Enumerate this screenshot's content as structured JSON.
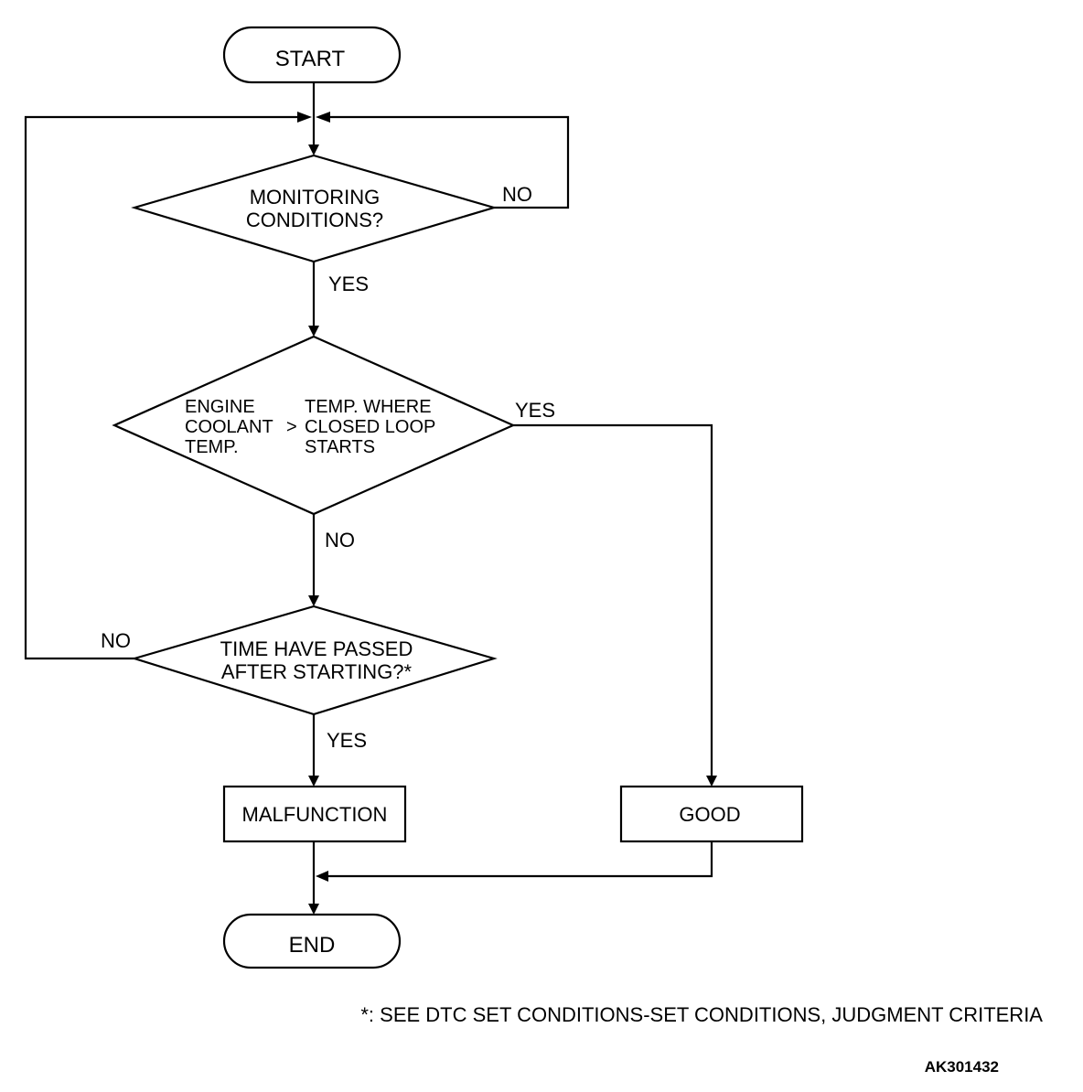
{
  "start": "START",
  "decision_monitoring": {
    "line1": "MONITORING",
    "line2": "CONDITIONS?",
    "no_label": "NO",
    "yes_label": "YES"
  },
  "decision_temp": {
    "left_line1": "ENGINE",
    "left_line2": "COOLANT",
    "left_line3": "TEMP.",
    "operator": ">",
    "right_line1": "TEMP. WHERE",
    "right_line2": "CLOSED LOOP",
    "right_line3": "STARTS",
    "yes_label": "YES",
    "no_label": "NO"
  },
  "decision_time": {
    "line1": "TIME HAVE PASSED",
    "line2": "AFTER STARTING?*",
    "no_label": "NO",
    "yes_label": "YES"
  },
  "malfunction": "MALFUNCTION",
  "good": "GOOD",
  "end": "END",
  "footnote": "*: SEE DTC SET CONDITIONS-SET CONDITIONS, JUDGMENT CRITERIA",
  "figure_id": "AK301432"
}
